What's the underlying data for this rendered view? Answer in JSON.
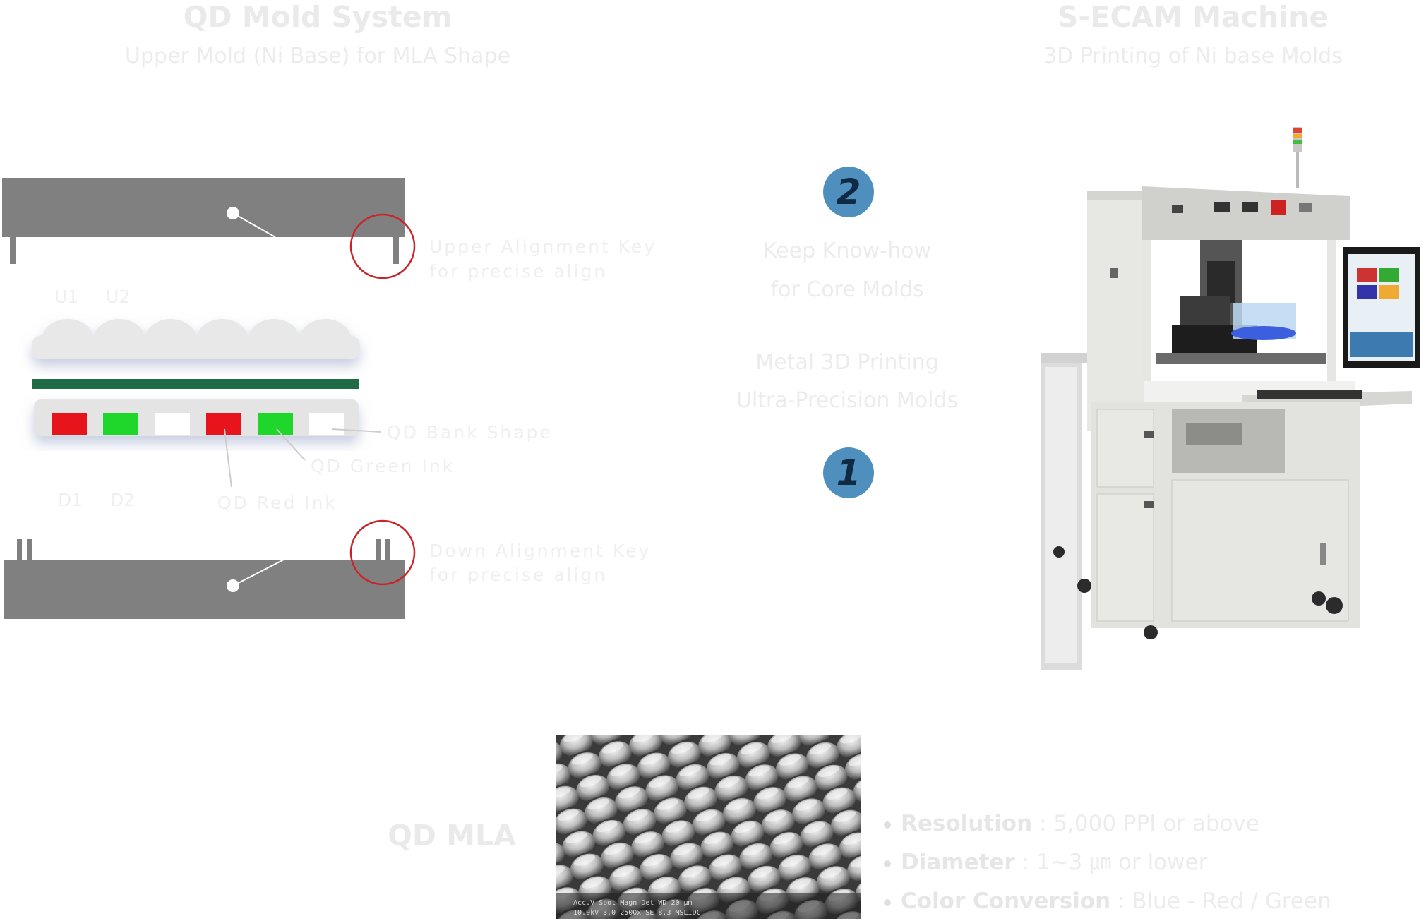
{
  "left": {
    "title": "QD Mold System",
    "subtitle": "Upper Mold (Ni Base) for MLA Shape",
    "upper_key_line1": "Upper Alignment Key",
    "upper_key_line2": "for precise align",
    "down_key_line1": "Down Alignment Key",
    "down_key_line2": "for precise align",
    "u1": "U1",
    "u2": "U2",
    "d1": "D1",
    "d2": "D2",
    "bank_label": "QD Bank Shape",
    "green_label": "QD Green Ink",
    "red_label": "QD Red Ink"
  },
  "middle": {
    "step_top": "2",
    "step_bottom": "1",
    "line1": "Keep Know-how",
    "line2": "for Core Molds",
    "line3": "Metal 3D Printing",
    "line4": "Ultra-Precision Molds"
  },
  "right": {
    "title": "S-ECAM Machine",
    "subtitle": "3D Printing of Ni base Molds"
  },
  "bottom": {
    "title": "QD MLA",
    "sem_caption": "Acc.V  Spot Magn  Det  WD          20 µm",
    "sem_caption2": "10.0kV 3.0  2500x  SE  8.3   MSLIDC",
    "specs": [
      {
        "label": "Resolution",
        "value": " : 5,000 PPI or above"
      },
      {
        "label": "Diameter",
        "value": " : 1~3 ㎛ or lower"
      },
      {
        "label": "Color Conversion",
        "value": "  : Blue - Red / Green"
      }
    ]
  },
  "colors": {
    "mold_gray": "#808080",
    "alignment_circle": "#c8252b",
    "qd_red": "#e8141b",
    "qd_green": "#1fd62a",
    "substrate_green": "#1f6b45",
    "badge_blue": "#4f8fbe"
  }
}
